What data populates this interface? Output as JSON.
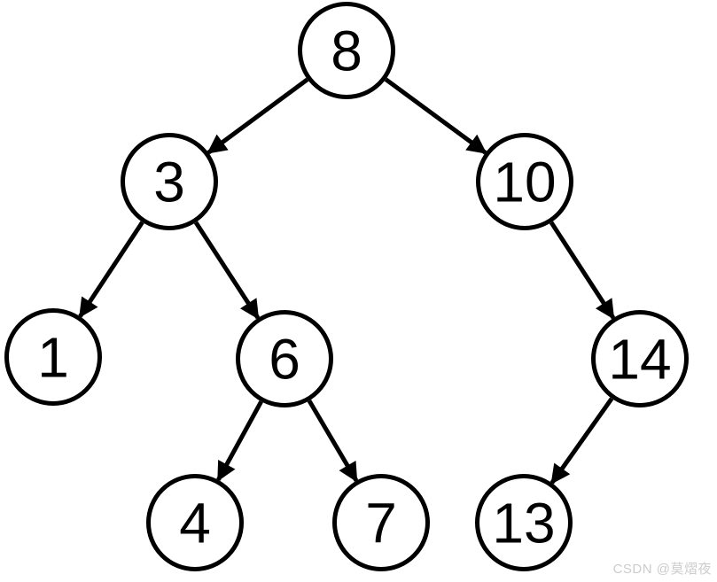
{
  "diagram": {
    "type": "binary-search-tree",
    "nodes": [
      {
        "label": "8"
      },
      {
        "label": "3"
      },
      {
        "label": "10"
      },
      {
        "label": "1"
      },
      {
        "label": "6"
      },
      {
        "label": "14"
      },
      {
        "label": "4"
      },
      {
        "label": "7"
      },
      {
        "label": "13"
      }
    ],
    "edges": [
      {
        "from": "8",
        "to": "3"
      },
      {
        "from": "8",
        "to": "10"
      },
      {
        "from": "3",
        "to": "1"
      },
      {
        "from": "3",
        "to": "6"
      },
      {
        "from": "10",
        "to": "14"
      },
      {
        "from": "6",
        "to": "4"
      },
      {
        "from": "6",
        "to": "7"
      },
      {
        "from": "14",
        "to": "13"
      }
    ],
    "stroke_color": "#000000",
    "background_color": "#ffffff"
  },
  "watermark": {
    "text": "CSDN @莫熠夜",
    "color": "#cccccc"
  }
}
